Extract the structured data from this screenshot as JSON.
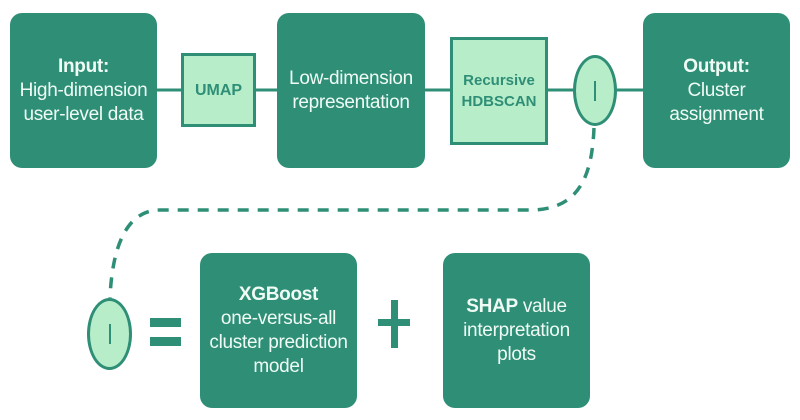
{
  "pipeline": {
    "input": {
      "title": "Input:",
      "lines": [
        "High-dimension",
        "user-level data"
      ]
    },
    "umap": {
      "label": "UMAP"
    },
    "low_dim": {
      "lines": [
        "Low-dimension",
        "representation"
      ]
    },
    "hdbscan": {
      "lines": [
        "Recursive",
        "HDBSCAN"
      ]
    },
    "node_symbol": "I",
    "output": {
      "title": "Output:",
      "lines": [
        "Cluster",
        "assignment"
      ]
    }
  },
  "explanation": {
    "node_symbol": "I",
    "equals": "=",
    "xgboost": {
      "title": "XGBoost",
      "lines": [
        "one-versus-all",
        "cluster prediction",
        "model"
      ]
    },
    "plus": "+",
    "shap": {
      "title": "SHAP",
      "title_suffix": " value",
      "lines": [
        "interpretation",
        "plots"
      ]
    }
  },
  "colors": {
    "primary": "#2e8f76",
    "light": "#b8edca",
    "text_on_dark": "#f0fbf5"
  }
}
